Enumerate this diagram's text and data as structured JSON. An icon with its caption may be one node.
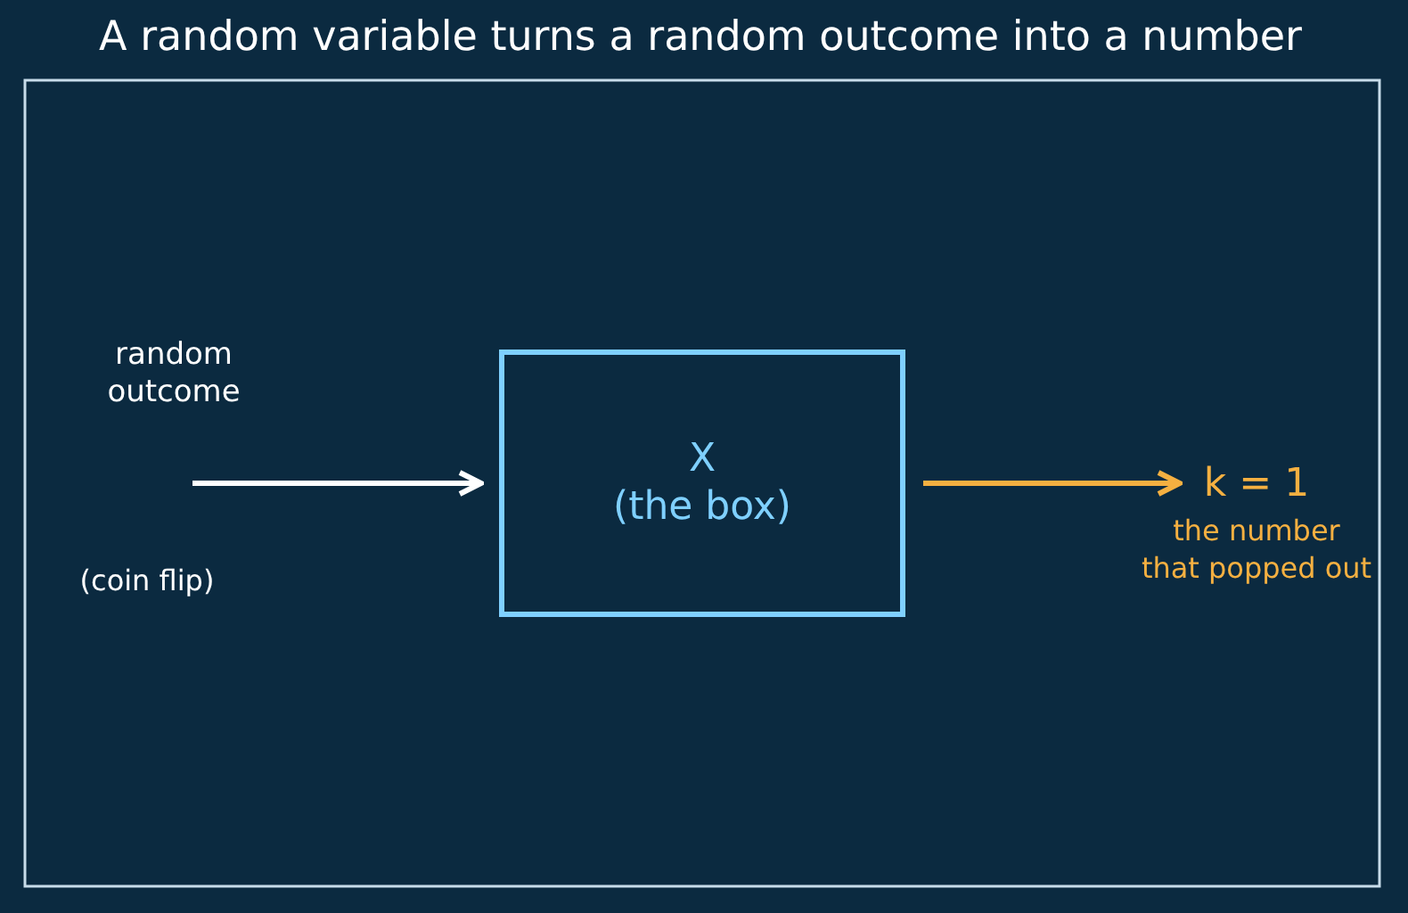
{
  "diagram": {
    "title": "A random variable turns a random outcome into a number",
    "nodes": [
      {
        "text": [
          "random outcome"
        ]
      },
      {
        "text": [
          "X",
          "(the box)"
        ]
      },
      {
        "text": [
          "k = 1"
        ],
        "beside": [
          "the number that popped out"
        ]
      }
    ],
    "edges": [
      {
        "from": 0,
        "to": 1,
        "arrow": "to"
      },
      {
        "from": 1,
        "to": 2,
        "arrow": "to",
        "color": "#f5b041"
      }
    ],
    "labels": [
      "(coin flip)"
    ]
  }
}
